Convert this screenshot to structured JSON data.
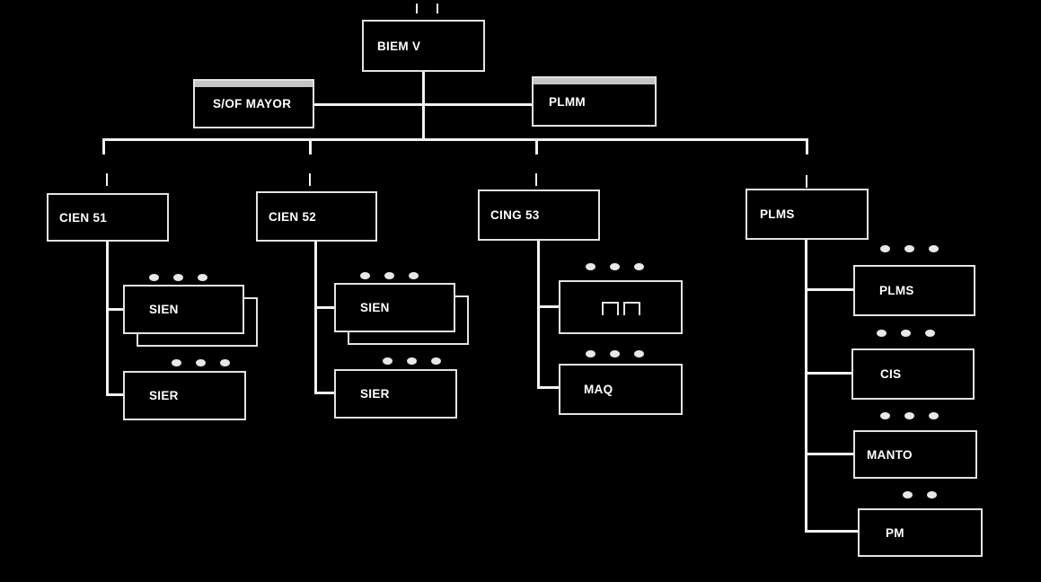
{
  "chart": {
    "type": "org-chart",
    "root": {
      "label": "BIEM V"
    },
    "staff": [
      {
        "label": "S/OF MAYOR",
        "header_bar": true
      },
      {
        "label": "PLMM",
        "header_bar": true
      }
    ],
    "branches": [
      {
        "label": "CIEN 51",
        "children": [
          {
            "label": "SIEN",
            "stacked": true,
            "dots": 3
          },
          {
            "label": "SIER",
            "dots": 3
          }
        ]
      },
      {
        "label": "CIEN 52",
        "children": [
          {
            "label": "SIEN",
            "stacked": true,
            "dots": 3
          },
          {
            "label": "SIER",
            "dots": 3
          }
        ]
      },
      {
        "label": "CING 53",
        "children": [
          {
            "label": "",
            "icon": "double-staple-icon",
            "dots": 3
          },
          {
            "label": "MAQ",
            "dots": 3
          }
        ]
      },
      {
        "label": "PLMS",
        "children": [
          {
            "label": "PLMS",
            "dots": 3
          },
          {
            "label": "CIS",
            "dots": 3
          },
          {
            "label": "MANTO",
            "dots": 3
          },
          {
            "label": "PM",
            "dots": 2
          }
        ]
      }
    ]
  },
  "icons": {
    "continuation": "ellipsis-dots",
    "unnamed_unit_symbol": "double-staple-icon"
  },
  "colors": {
    "background": "#000000",
    "connector": "#f2f2f2",
    "box_border": "#e3e3e3",
    "box_fill": "#000000",
    "label_text": "#ffffff",
    "staff_header_bar": "#c4c4c4"
  }
}
